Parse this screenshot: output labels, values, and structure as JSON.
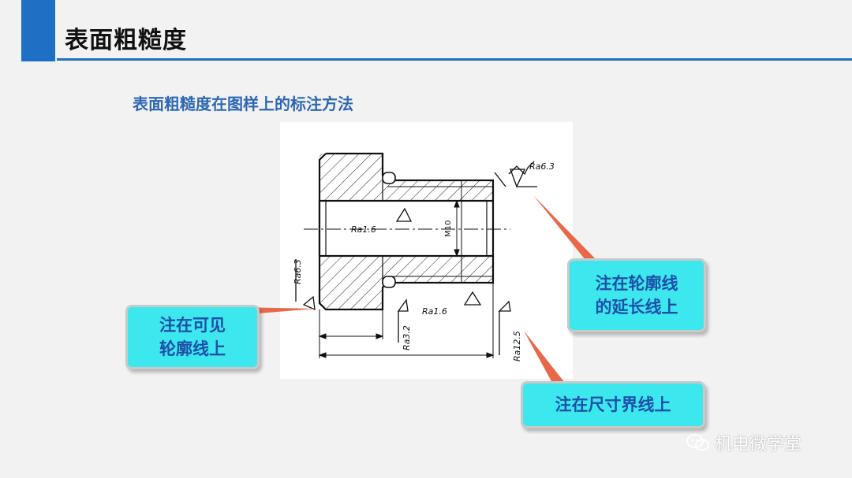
{
  "slide": {
    "title": "表面粗糙度",
    "subtitle": "表面粗糙度在图样上的标注方法"
  },
  "drawing": {
    "labels": {
      "ra_top_right": "Ra6.3",
      "ra_bore": "Ra1.6",
      "thread": "M10",
      "ra_left": "Ra6.3",
      "ra_groove": "Ra3.2",
      "ra_bottom": "Ra1.6",
      "ra_right_dim": "Ra12.5"
    }
  },
  "callouts": {
    "visible_contour": [
      "注在可见",
      "轮廓线上"
    ],
    "extension_of_contour": [
      "注在轮廓线",
      "的延长线上"
    ],
    "dimension_boundary": [
      "注在尺寸界线上"
    ]
  },
  "watermark": {
    "text": "机电微学堂",
    "icon": "wechat-icon"
  },
  "colors": {
    "accent": "#1f6fc4",
    "subtitle": "#2e67b3",
    "callout_fill": "#3ce8ee",
    "callout_text": "#1f4fa8",
    "leader": "#e8684a"
  }
}
